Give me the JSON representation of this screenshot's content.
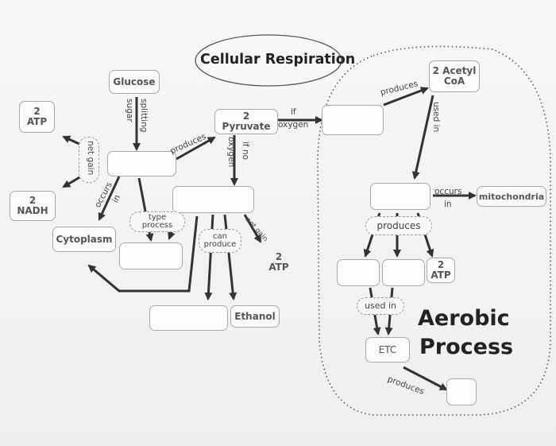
{
  "title": "Cellular Respiration",
  "nodes": {
    "glucose": "Glucose",
    "pyruvate_count": "2",
    "pyruvate": "Pyruvate",
    "atp_left_count": "2",
    "atp_left": "ATP",
    "nadh_count": "2",
    "nadh": "NADH",
    "cytoplasm": "Cytoplasm",
    "atp_mid_count": "2",
    "atp_mid": "ATP",
    "ethanol": "Ethanol",
    "acetyl_count": "2 Acetyl",
    "acetyl": "CoA",
    "mitochondria": "mitochondria",
    "atp_right_count": "2",
    "atp_right": "ATP",
    "etc": "ETC"
  },
  "labels": {
    "splitting": "splitting",
    "sugar": "sugar",
    "produces_1": "produces",
    "if_oxygen_1": "if",
    "if_oxygen_2": "oxygen",
    "if_no_oxygen_1": "if no",
    "if_no_oxygen_2": "oxygen",
    "net_gain_1": "net gain",
    "occurs": "occurs",
    "in_1": "in",
    "type_process_1": "type",
    "type_process_2": "process",
    "can_produce_1": "can",
    "can_produce_2": "produce",
    "net_gain_2": "net gain",
    "produces_2": "produces",
    "used_in_1": "used in",
    "occurs_2": "occurs",
    "in_2": "in",
    "produces_3": "produces",
    "used_in_2": "used in",
    "produces_4": "produces"
  },
  "section": {
    "aerobic_1": "Aerobic",
    "aerobic_2": "Process"
  }
}
